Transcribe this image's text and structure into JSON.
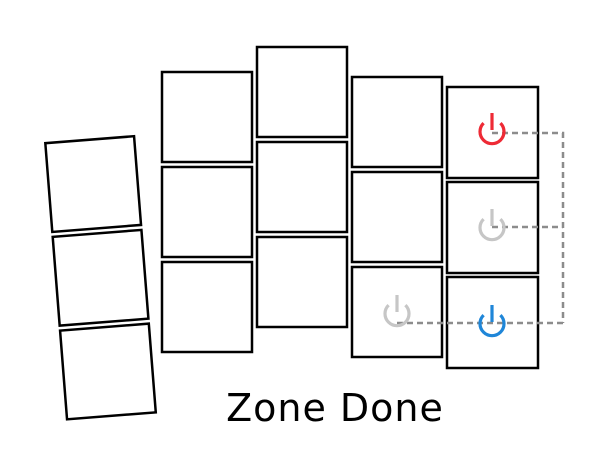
{
  "caption": "Zone Done",
  "colors": {
    "key_border": "#000000",
    "key_fill": "#ffffff",
    "active_start": "#ee2a35",
    "active_end": "#1f86d8",
    "inactive": "#c6c6c6",
    "connector": "#8c8c8c"
  },
  "icons": [
    "power-icon-red",
    "power-icon-gray",
    "power-icon-gray",
    "power-icon-blue"
  ]
}
